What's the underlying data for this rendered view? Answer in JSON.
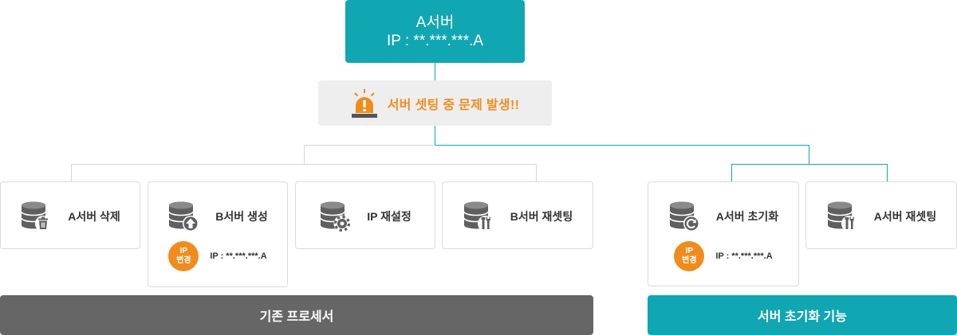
{
  "server_a": {
    "title": "A서버",
    "ip": "IP : **.***.***.A"
  },
  "alert": {
    "text": "서버 셋팅 중 문제 발생!!",
    "icon": "siren-icon",
    "color": "#f08c1e"
  },
  "existing_process": {
    "label": "기존 프로세서",
    "color": "#666666",
    "steps": [
      {
        "label": "A서버 삭제",
        "icon": "database-trash-icon"
      },
      {
        "label": "B서버 생성",
        "icon": "database-upload-icon",
        "badge_line1": "IP",
        "badge_line2": "변경",
        "ip": "IP : **.***.***.A"
      },
      {
        "label": "IP 재설정",
        "icon": "database-gear-icon"
      },
      {
        "label": "B서버 재셋팅",
        "icon": "database-tools-icon"
      }
    ]
  },
  "reset_feature": {
    "label": "서버 초기화 기능",
    "color": "#10a6b2",
    "steps": [
      {
        "label": "A서버 초기화",
        "icon": "database-refresh-icon",
        "badge_line1": "IP",
        "badge_line2": "변경",
        "ip": "IP : **.***.***.A"
      },
      {
        "label": "A서버 재셋팅",
        "icon": "database-tools-icon"
      }
    ]
  },
  "colors": {
    "teal": "#10a6b2",
    "orange": "#f08c1e",
    "grey_bar": "#666666",
    "icon_grey": "#5f5f5f"
  }
}
